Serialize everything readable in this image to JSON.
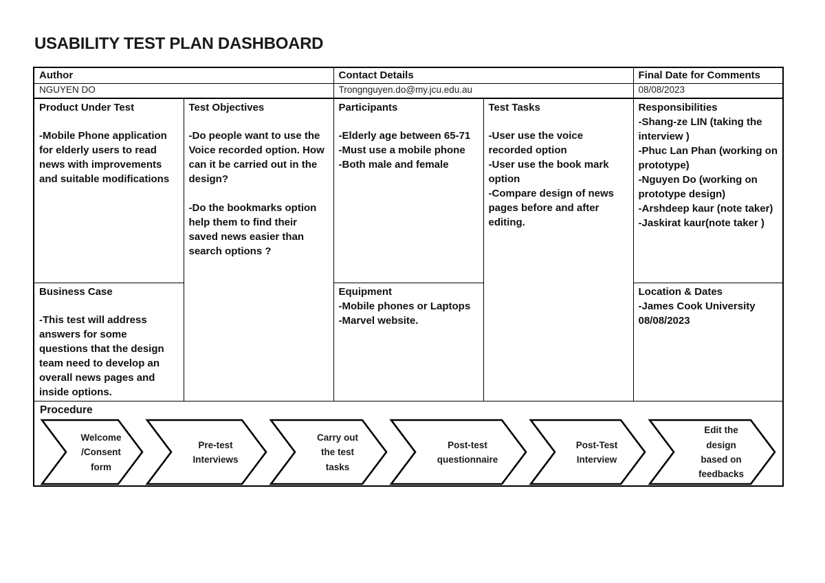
{
  "title": "USABILITY TEST PLAN DASHBOARD",
  "meta": {
    "author_label": "Author",
    "author_value": "NGUYEN DO",
    "contact_label": "Contact Details",
    "contact_value": "Trongnguyen.do@my.jcu.edu.au",
    "final_date_label": "Final Date for Comments",
    "final_date_value": "08/08/2023"
  },
  "cells": {
    "product_under_test": {
      "heading": "Product Under Test",
      "body": "-Mobile Phone application for elderly users to read news with improvements and suitable modifications"
    },
    "test_objectives": {
      "heading": "Test Objectives",
      "body": "-Do people want to use the Voice recorded option. How can it be carried out in the design?\n\n-Do the bookmarks option help them to find their saved news easier than search options ?"
    },
    "participants": {
      "heading": "Participants",
      "body": "-Elderly age between 65-71\n-Must use a mobile phone\n-Both male and female"
    },
    "test_tasks": {
      "heading": "Test Tasks",
      "body": "-User use the voice recorded option\n-User use the book mark option\n-Compare design of news pages before and after editing."
    },
    "responsibilities": {
      "heading": "Responsibilities",
      "body": "-Shang-ze LIN (taking the interview )\n-Phuc Lan Phan (working on prototype)\n-Nguyen Do (working on prototype design)\n-Arshdeep kaur (note taker)\n-Jaskirat kaur(note taker )"
    },
    "business_case": {
      "heading": "Business Case",
      "body": "-This test will address answers for some questions that the design team need to develop an overall news pages and inside options."
    },
    "equipment": {
      "heading": "Equipment",
      "body": "-Mobile phones or Laptops\n-Marvel website."
    },
    "location_dates": {
      "heading": "Location & Dates",
      "body": "-James Cook University\n08/08/2023"
    }
  },
  "procedure": {
    "heading": "Procedure",
    "steps": [
      "Welcome\n/Consent\nform",
      "Pre-test\nInterviews",
      "Carry out\nthe test\ntasks",
      "Post-test\nquestionnaire",
      "Post-Test\nInterview",
      "Edit the\ndesign\nbased on\nfeedbacks"
    ]
  },
  "colors": {
    "border": "#000000",
    "text": "#111111",
    "background": "#ffffff"
  }
}
